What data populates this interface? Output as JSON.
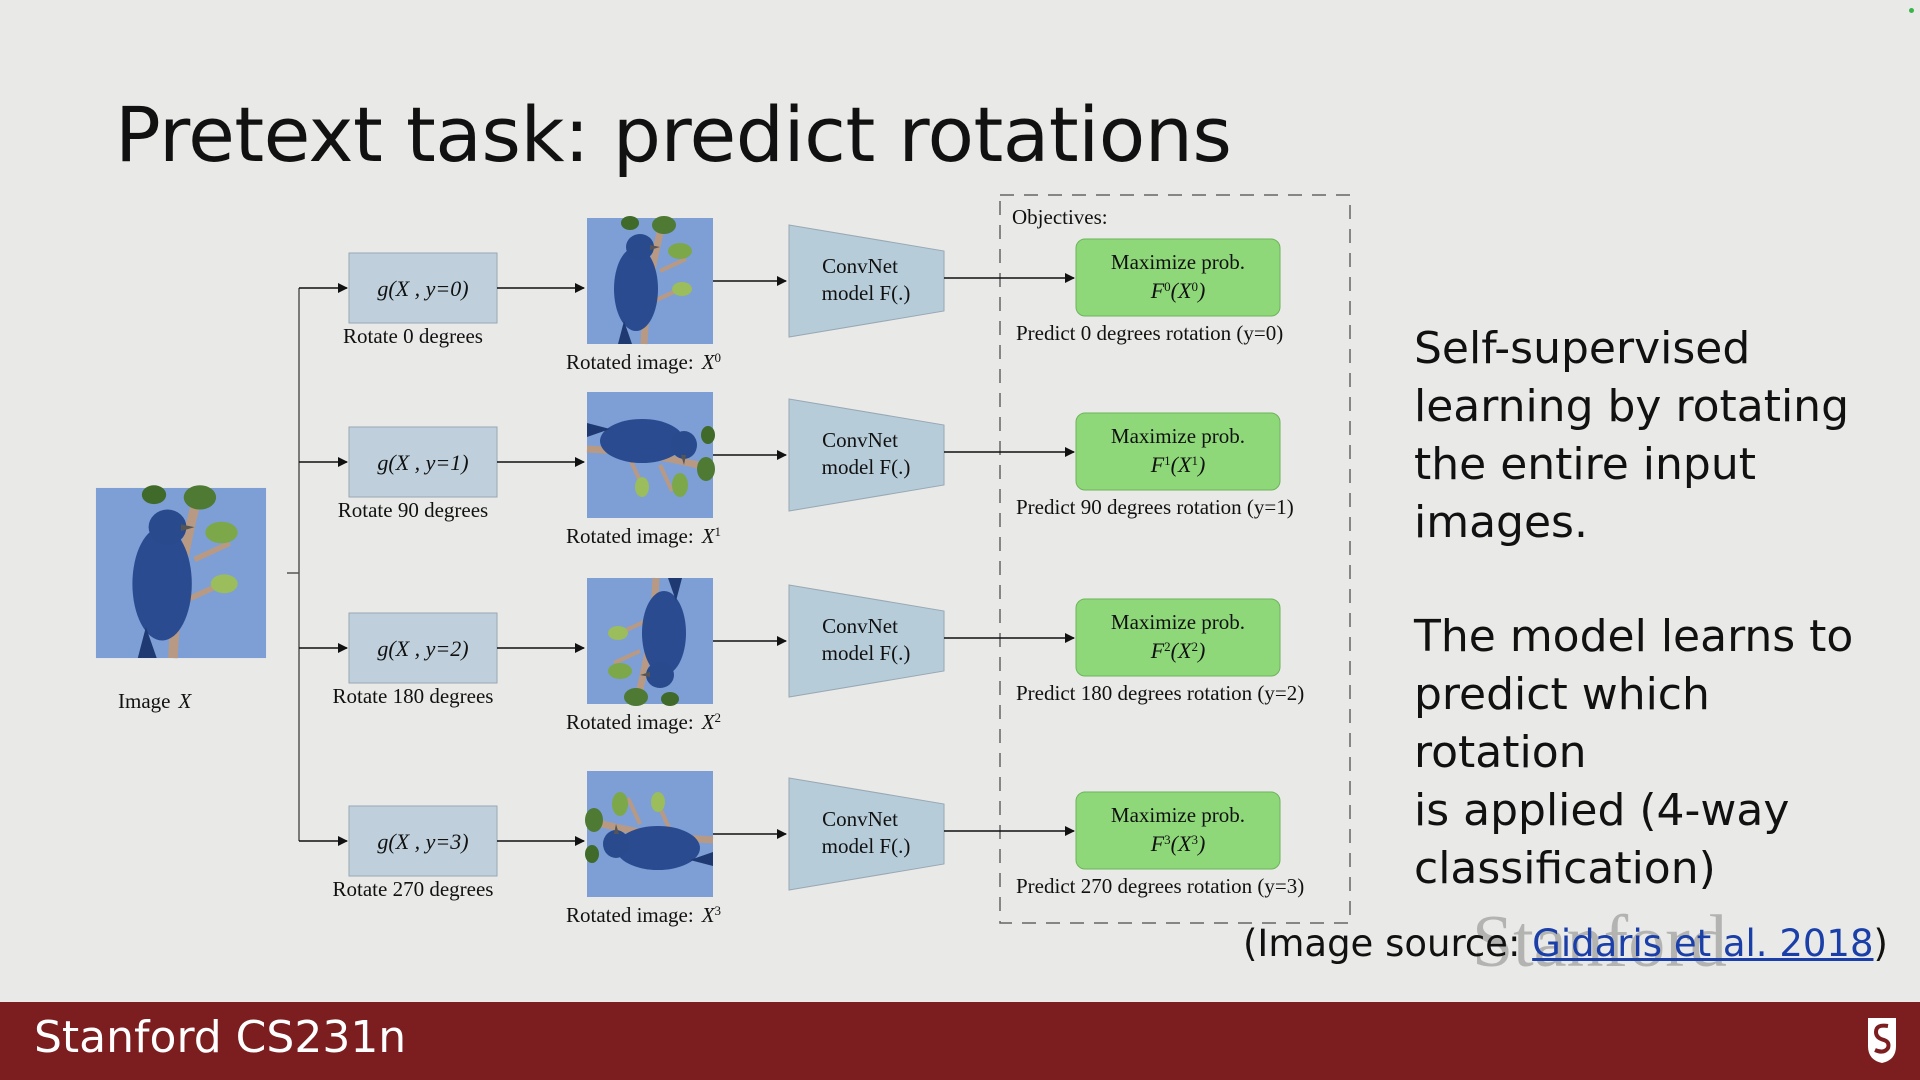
{
  "slide": {
    "title": "Pretext task: predict rotations",
    "side_text_1": [
      "Self-supervised",
      "learning by rotating",
      "the entire input",
      "images."
    ],
    "side_text_2": [
      "The model learns to",
      "predict which rotation",
      "is applied (4-way",
      "classification)"
    ],
    "caption_prefix": "(Image source: ",
    "caption_link": "Gidaris et al. 2018",
    "caption_suffix": ")",
    "watermark": "Stanford"
  },
  "diagram": {
    "input_label": "Image",
    "input_var": "X",
    "objectives_label": "Objectives:",
    "convnet_line1": "ConvNet",
    "convnet_line2": "model F(.)",
    "maximize_label": "Maximize prob.",
    "rotated_label": "Rotated image:",
    "rows": [
      {
        "g_label": "g(X , y=0)",
        "rotate_label": "Rotate 0 degrees",
        "sup": "0",
        "predict_label": "Predict 0 degrees rotation (y=0)",
        "angle": 0
      },
      {
        "g_label": "g(X , y=1)",
        "rotate_label": "Rotate 90 degrees",
        "sup": "1",
        "predict_label": "Predict 90 degrees rotation (y=1)",
        "angle": 90
      },
      {
        "g_label": "g(X , y=2)",
        "rotate_label": "Rotate 180 degrees",
        "sup": "2",
        "predict_label": "Predict 180 degrees rotation (y=2)",
        "angle": 180
      },
      {
        "g_label": "g(X , y=3)",
        "rotate_label": "Rotate 270 degrees",
        "sup": "3",
        "predict_label": "Predict 270 degrees rotation (y=3)",
        "angle": 270
      }
    ]
  },
  "footer": {
    "title": "Stanford CS231n"
  },
  "colors": {
    "footer_bg": "#7c1d1f",
    "objective_green": "#8fd87a",
    "convnet_blue": "#b7ccd9",
    "g_box": "#bfd0dc",
    "sky": "#7d9fd6"
  }
}
